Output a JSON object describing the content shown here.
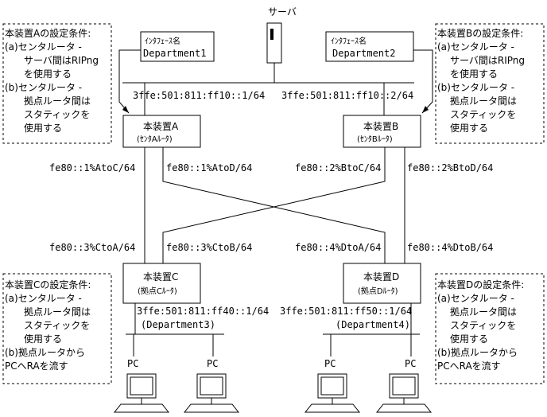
{
  "server": {
    "label": "サーバ"
  },
  "interface_a": {
    "line1": "ｲﾝﾀﾌｪｰｽ名",
    "line2": "Department1"
  },
  "interface_b": {
    "line1": "ｲﾝﾀﾌｪｰｽ名",
    "line2": "Department2"
  },
  "addr_top_a": "3ffe:501:811:ff10::1/64",
  "addr_top_b": "3ffe:501:811:ff10::2/64",
  "router_a": {
    "line1": "本装置A",
    "line2": "(ｾﾝﾀAﾙｰﾀ)"
  },
  "router_b": {
    "line1": "本装置B",
    "line2": "(ｾﾝﾀBﾙｰﾀ)"
  },
  "router_c": {
    "line1": "本装置C",
    "line2": "(拠点Cﾙｰﾀ)"
  },
  "router_d": {
    "line1": "本装置D",
    "line2": "(拠点Dﾙｰﾀ)"
  },
  "links": {
    "a_to_c": "fe80::1%AtoC/64",
    "a_to_d": "fe80::1%AtoD/64",
    "b_to_c": "fe80::2%BtoC/64",
    "b_to_d": "fe80::2%BtoD/64",
    "c_to_a": "fe80::3%CtoA/64",
    "c_to_b": "fe80::3%CtoB/64",
    "d_to_a": "fe80::4%DtoA/64",
    "d_to_b": "fe80::4%DtoB/64"
  },
  "addr_c": "3ffe:501:811:ff40::1/64",
  "addr_d": "3ffe:501:811:ff50::1/64",
  "dept_c": "(Department3)",
  "dept_d": "(Department4)",
  "pc_label": "PC",
  "cond_a": [
    "本装置Aの設定条件:",
    "(a)センタルータ -",
    "サーバ間はRIPng",
    "を使用する",
    "(b)センタルータ -",
    "拠点ルータ間は",
    "スタティックを",
    "使用する"
  ],
  "cond_b": [
    "本装置Bの設定条件:",
    "(a)センタルータ -",
    "サーバ間はRIPng",
    "を使用する",
    "(b)センタルータ -",
    "拠点ルータ間は",
    "スタティックを",
    "使用する"
  ],
  "cond_c": [
    "本装置Cの設定条件:",
    "(a)センタルータ -",
    "拠点ルータ間は",
    "スタティックを",
    "使用する",
    "(b)拠点ルータから",
    "PCへRAを流す"
  ],
  "cond_d": [
    "本装置Dの設定条件:",
    "(a)センタルータ -",
    "拠点ルータ間は",
    "スタティックを",
    "使用する",
    "(b)拠点ルータから",
    "PCへRAを流す"
  ]
}
